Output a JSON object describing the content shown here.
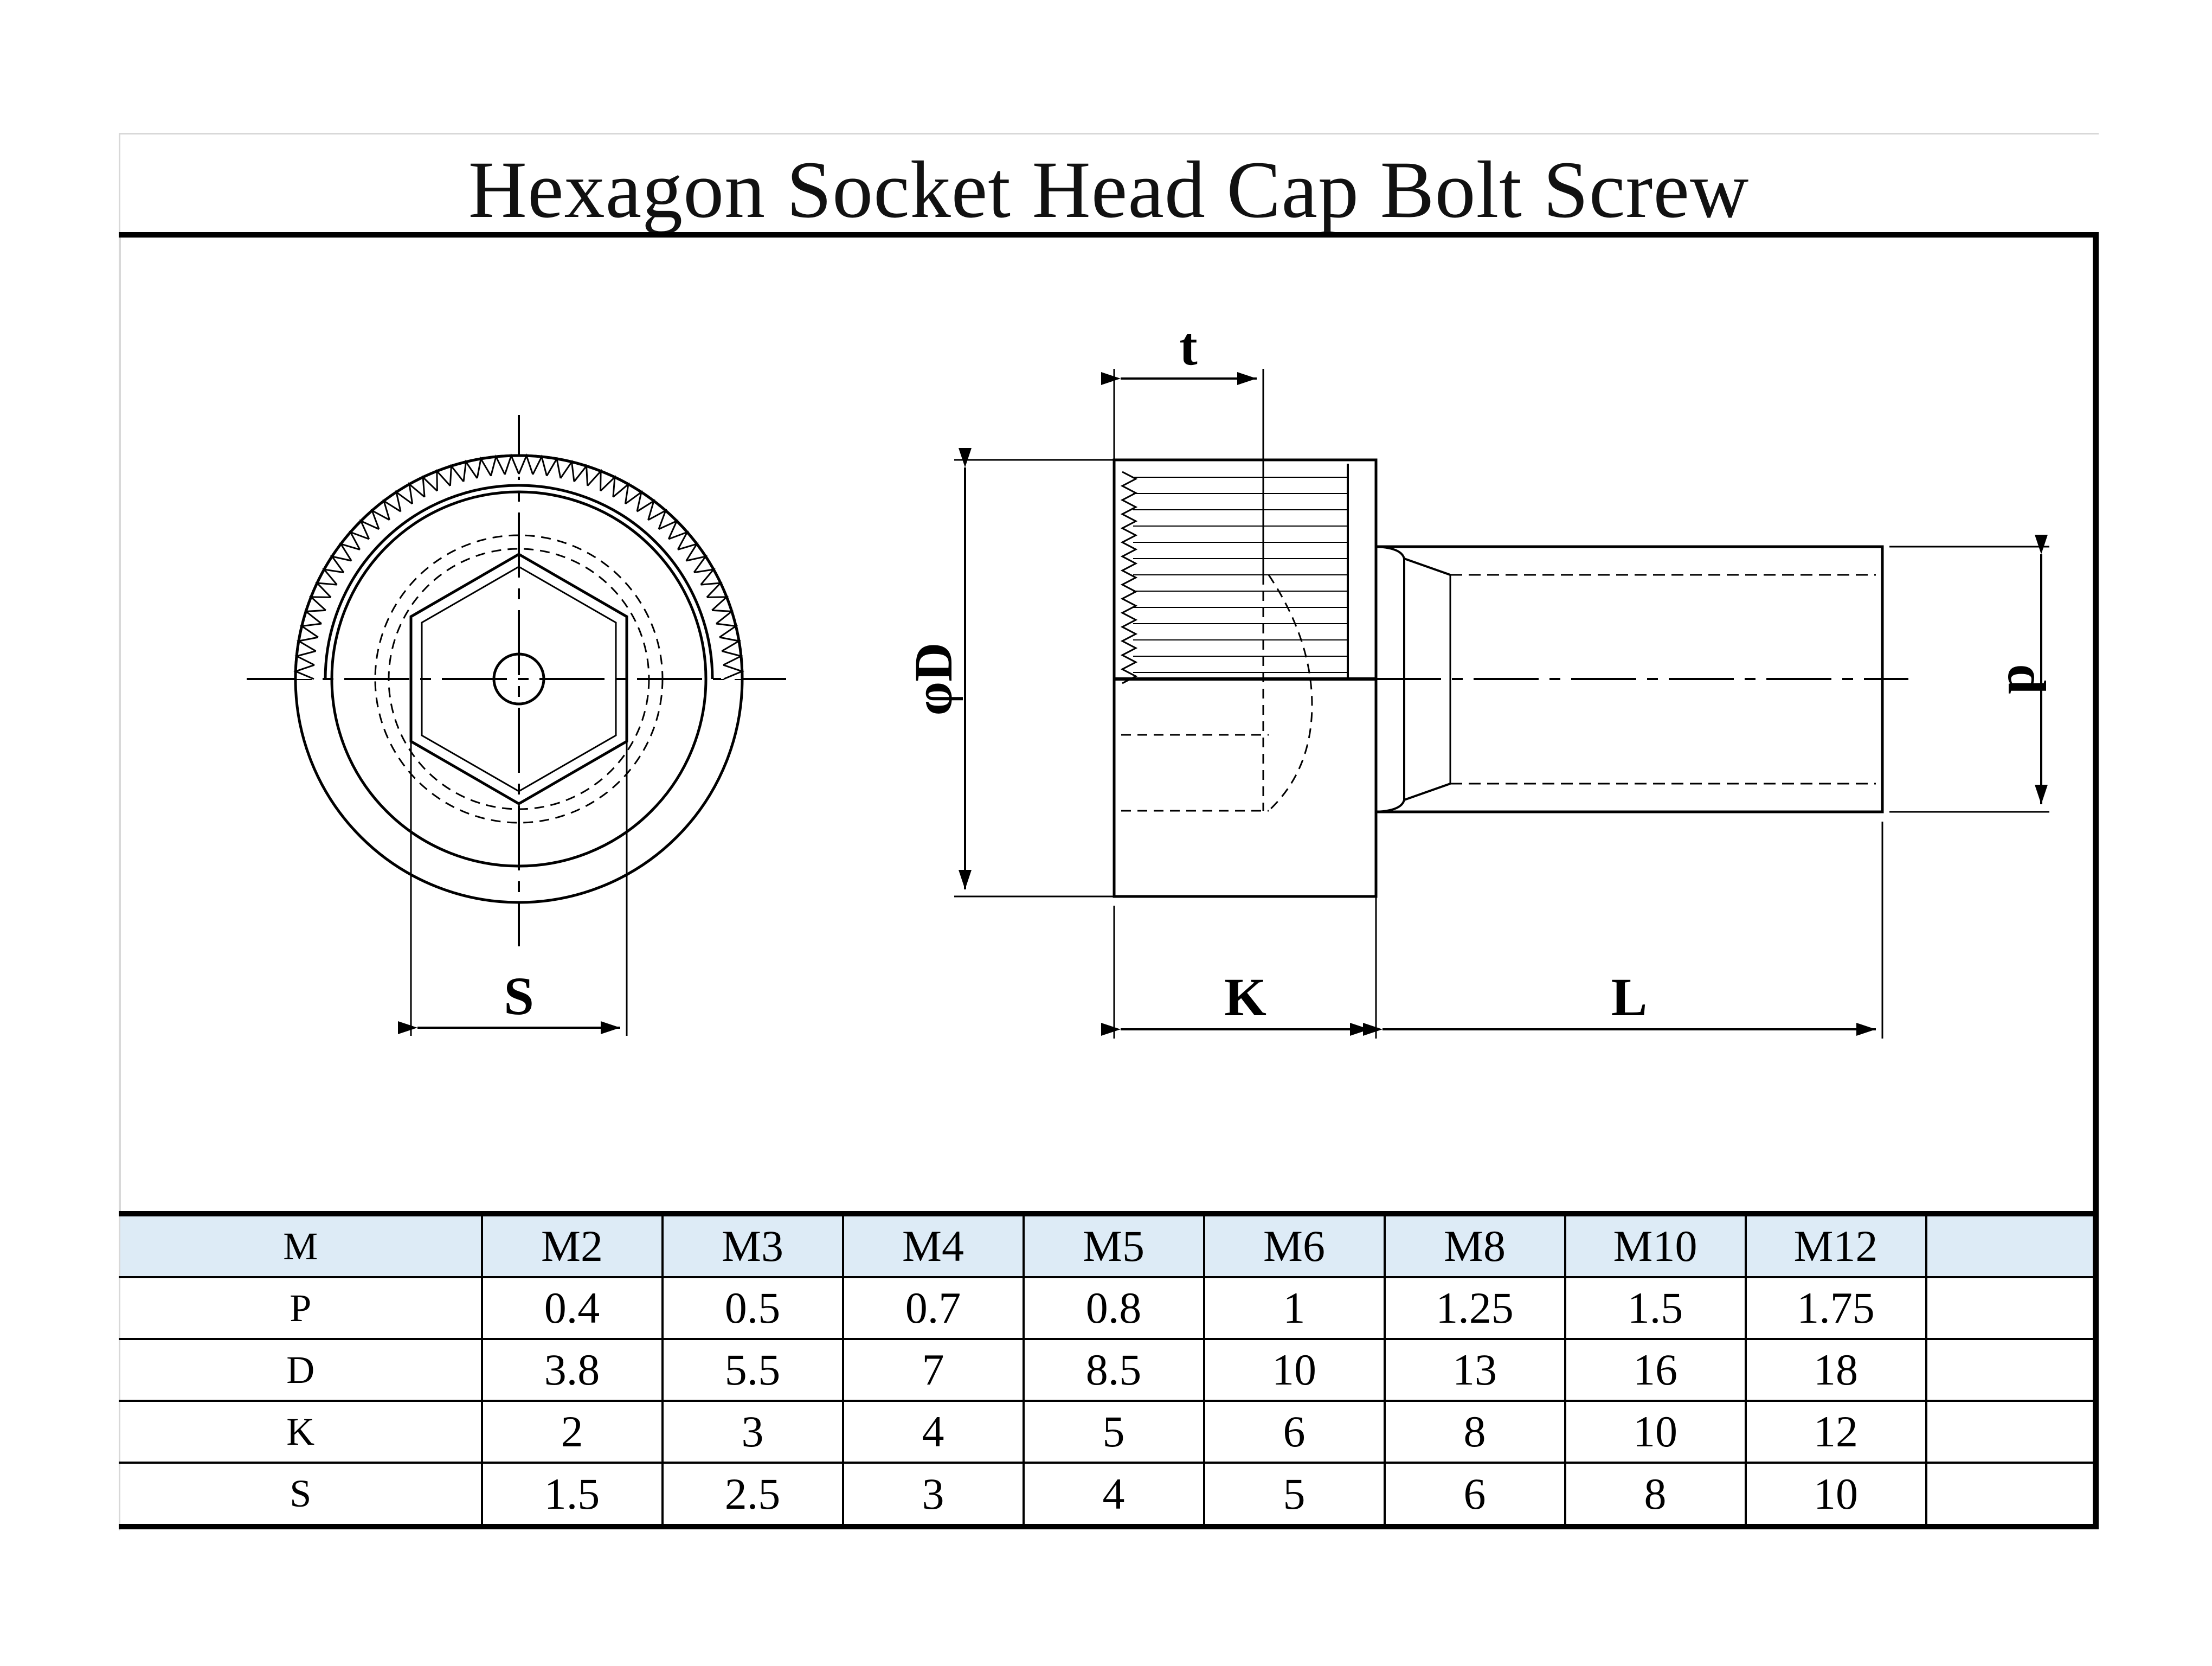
{
  "title": "Hexagon Socket Head Cap Bolt Screw",
  "colors": {
    "line": "#000000",
    "header_row": "#ddebf6",
    "frame_light": "#d8d8d8"
  },
  "labels": {
    "t": "t",
    "phiD": "φD",
    "d": "d",
    "S": "S",
    "K": "K",
    "L": "L"
  },
  "table": {
    "header": [
      "M",
      "M2",
      "M3",
      "M4",
      "M5",
      "M6",
      "M8",
      "M10",
      "M12",
      ""
    ],
    "rows": [
      [
        "P",
        "0.4",
        "0.5",
        "0.7",
        "0.8",
        "1",
        "1.25",
        "1.5",
        "1.75",
        ""
      ],
      [
        "D",
        "3.8",
        "5.5",
        "7",
        "8.5",
        "10",
        "13",
        "16",
        "18",
        ""
      ],
      [
        "K",
        "2",
        "3",
        "4",
        "5",
        "6",
        "8",
        "10",
        "12",
        ""
      ],
      [
        "S",
        "1.5",
        "2.5",
        "3",
        "4",
        "5",
        "6",
        "8",
        "10",
        ""
      ]
    ]
  }
}
